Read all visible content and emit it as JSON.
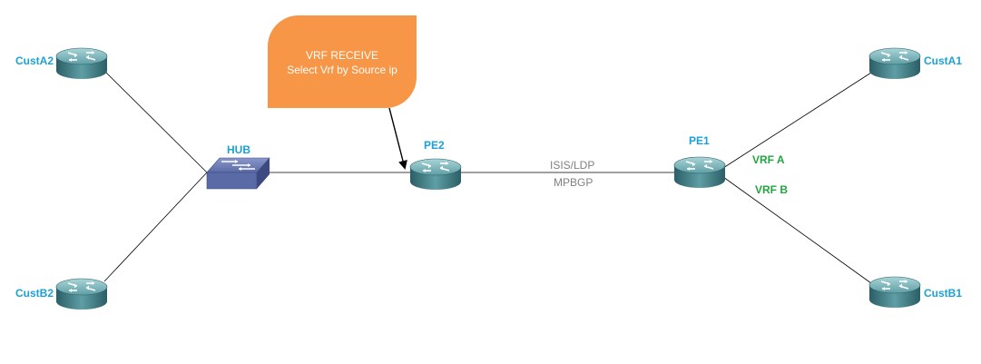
{
  "devices": {
    "custa2": {
      "label": "CustA2",
      "icon": "router-icon"
    },
    "custb2": {
      "label": "CustB2",
      "icon": "router-icon"
    },
    "hub": {
      "label": "HUB",
      "icon": "switch-icon"
    },
    "pe2": {
      "label": "PE2",
      "icon": "router-icon"
    },
    "pe1": {
      "label": "PE1",
      "icon": "router-icon"
    },
    "custa1": {
      "label": "CustA1",
      "icon": "router-icon"
    },
    "custb1": {
      "label": "CustB1",
      "icon": "router-icon"
    }
  },
  "link_labels": {
    "protocol_top": "ISIS/LDP",
    "protocol_bottom": "MPBGP",
    "vrf_a": "VRF A",
    "vrf_b": "VRF B"
  },
  "callout": {
    "line1": "VRF RECEIVE",
    "line2": "Select Vrf  by Source ip"
  },
  "colors": {
    "device_label": "#1ba1d6",
    "vrf_label": "#22a640",
    "link_label": "#808080",
    "callout_fill": "#f79646",
    "router_body": "#3f7d85",
    "switch_body": "#5a6aa6"
  }
}
